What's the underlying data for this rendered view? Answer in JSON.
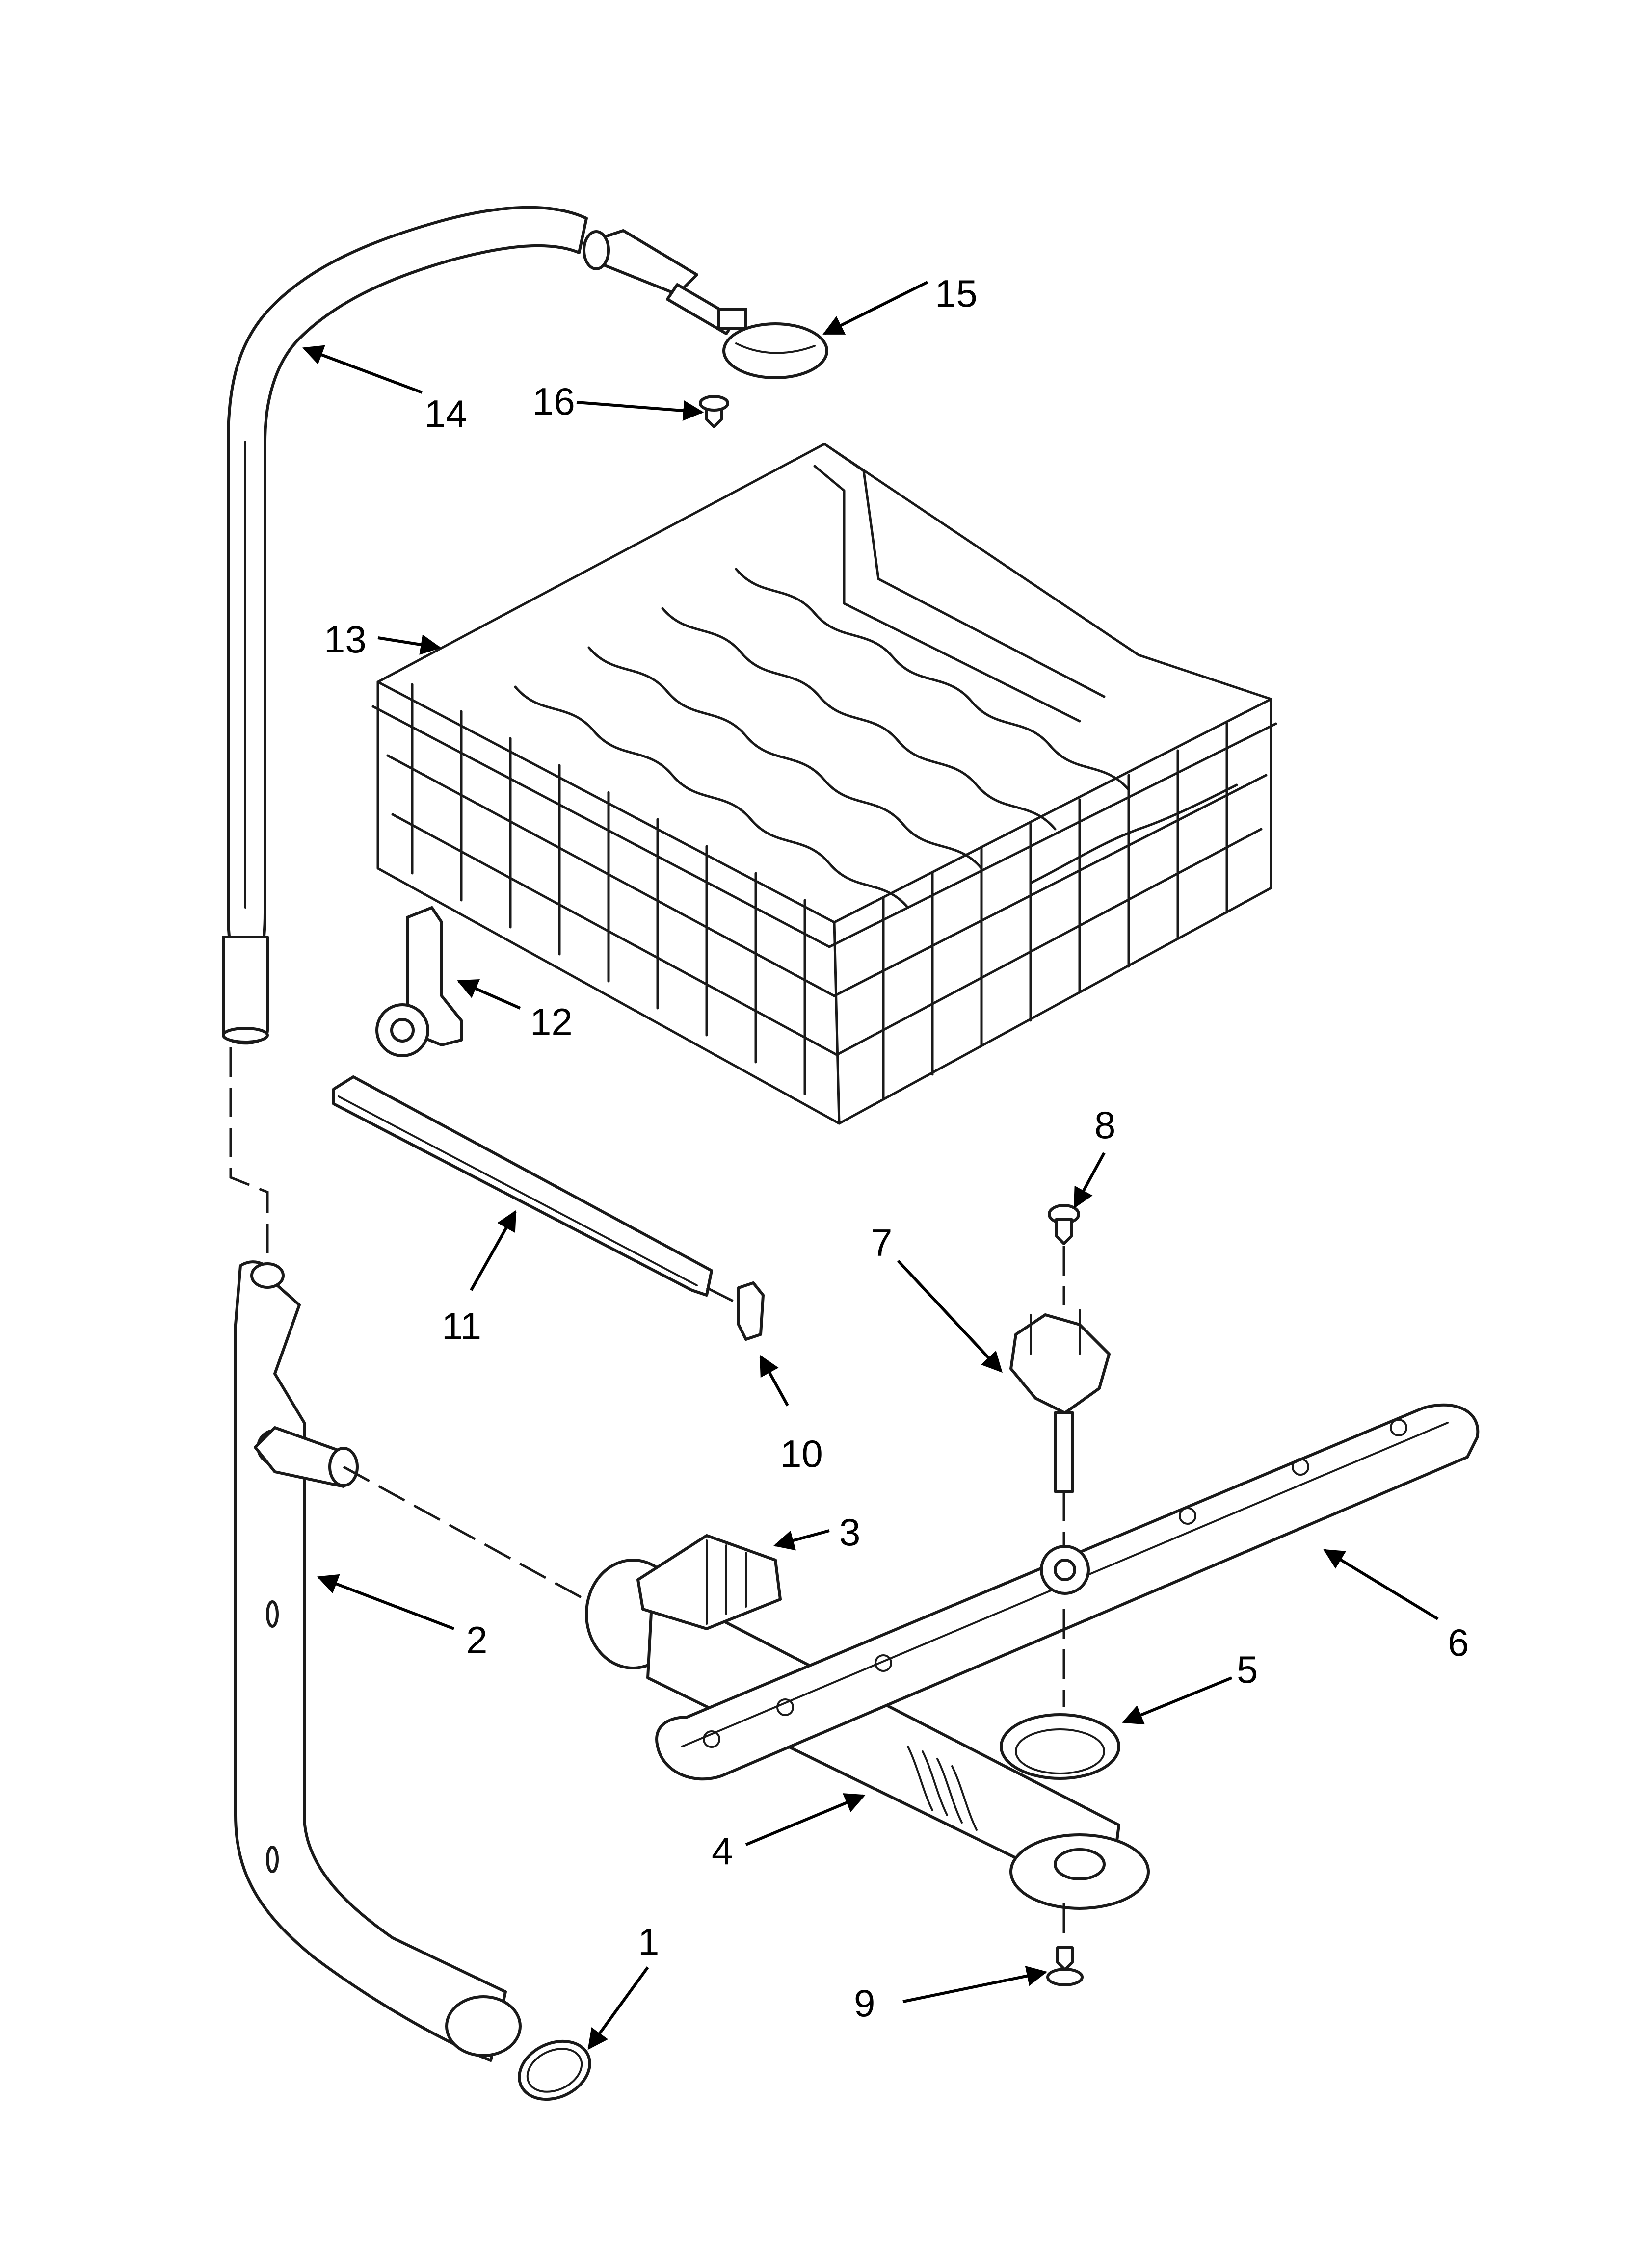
{
  "diagram": {
    "callouts": [
      {
        "id": 1,
        "label": "1"
      },
      {
        "id": 2,
        "label": "2"
      },
      {
        "id": 3,
        "label": "3"
      },
      {
        "id": 4,
        "label": "4"
      },
      {
        "id": 5,
        "label": "5"
      },
      {
        "id": 6,
        "label": "6"
      },
      {
        "id": 7,
        "label": "7"
      },
      {
        "id": 8,
        "label": "8"
      },
      {
        "id": 9,
        "label": "9"
      },
      {
        "id": 10,
        "label": "10"
      },
      {
        "id": 11,
        "label": "11"
      },
      {
        "id": 12,
        "label": "12"
      },
      {
        "id": 13,
        "label": "13"
      },
      {
        "id": 14,
        "label": "14"
      },
      {
        "id": 15,
        "label": "15"
      },
      {
        "id": 16,
        "label": "16"
      }
    ],
    "colors": {
      "line": "#1a1a1a",
      "background": "#ffffff"
    }
  }
}
